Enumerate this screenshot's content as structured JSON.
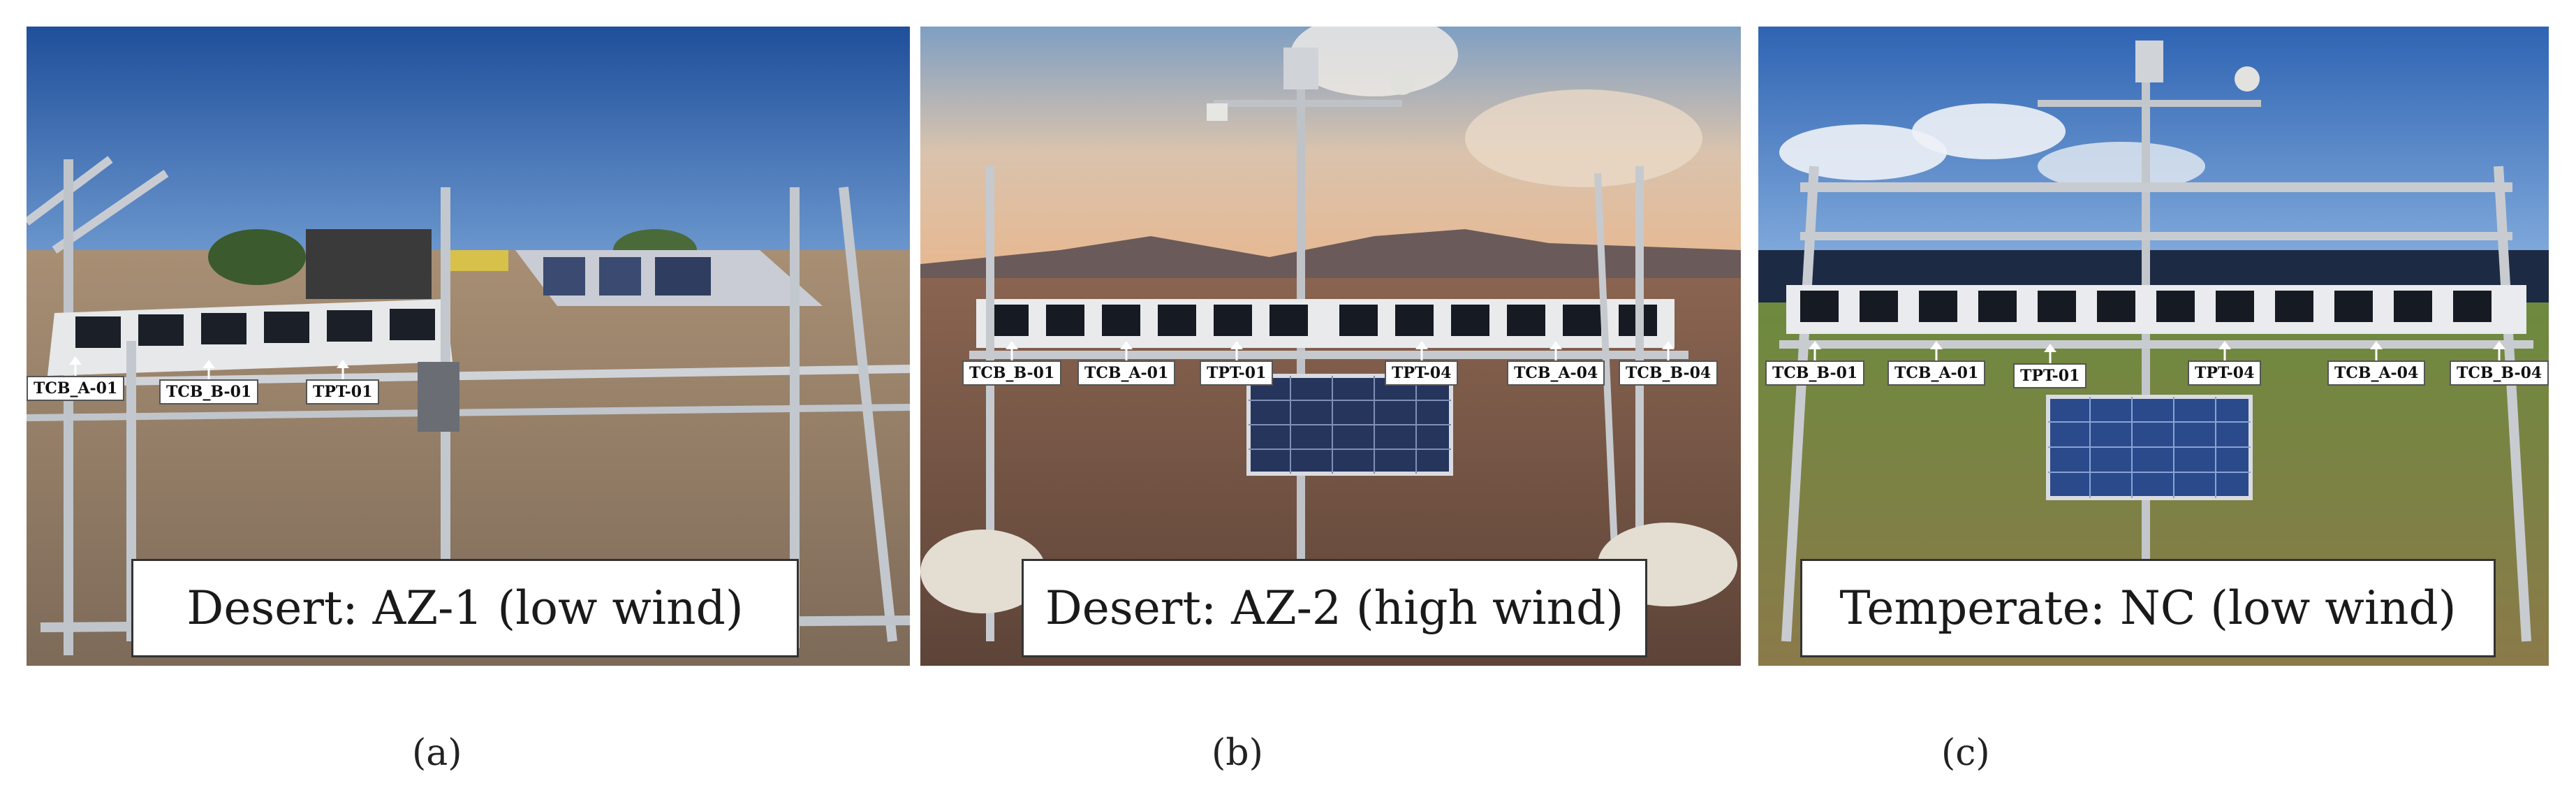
{
  "panels": [
    {
      "caption": "Desert: AZ-1 (low wind)",
      "sublabel": "(a)",
      "tags": [
        "TCB_A-01",
        "TCB_B-01",
        "TPT-01"
      ]
    },
    {
      "caption": "Desert: AZ-2 (high wind)",
      "sublabel": "(b)",
      "tags": [
        "TCB_B-01",
        "TCB_A-01",
        "TPT-01",
        "TPT-04",
        "TCB_A-04",
        "TCB_B-04"
      ]
    },
    {
      "caption": "Temperate: NC (low wind)",
      "sublabel": "(c)",
      "tags": [
        "TCB_B-01",
        "TCB_A-01",
        "TPT-01",
        "TPT-04",
        "TCB_A-04",
        "TCB_B-04"
      ]
    }
  ]
}
